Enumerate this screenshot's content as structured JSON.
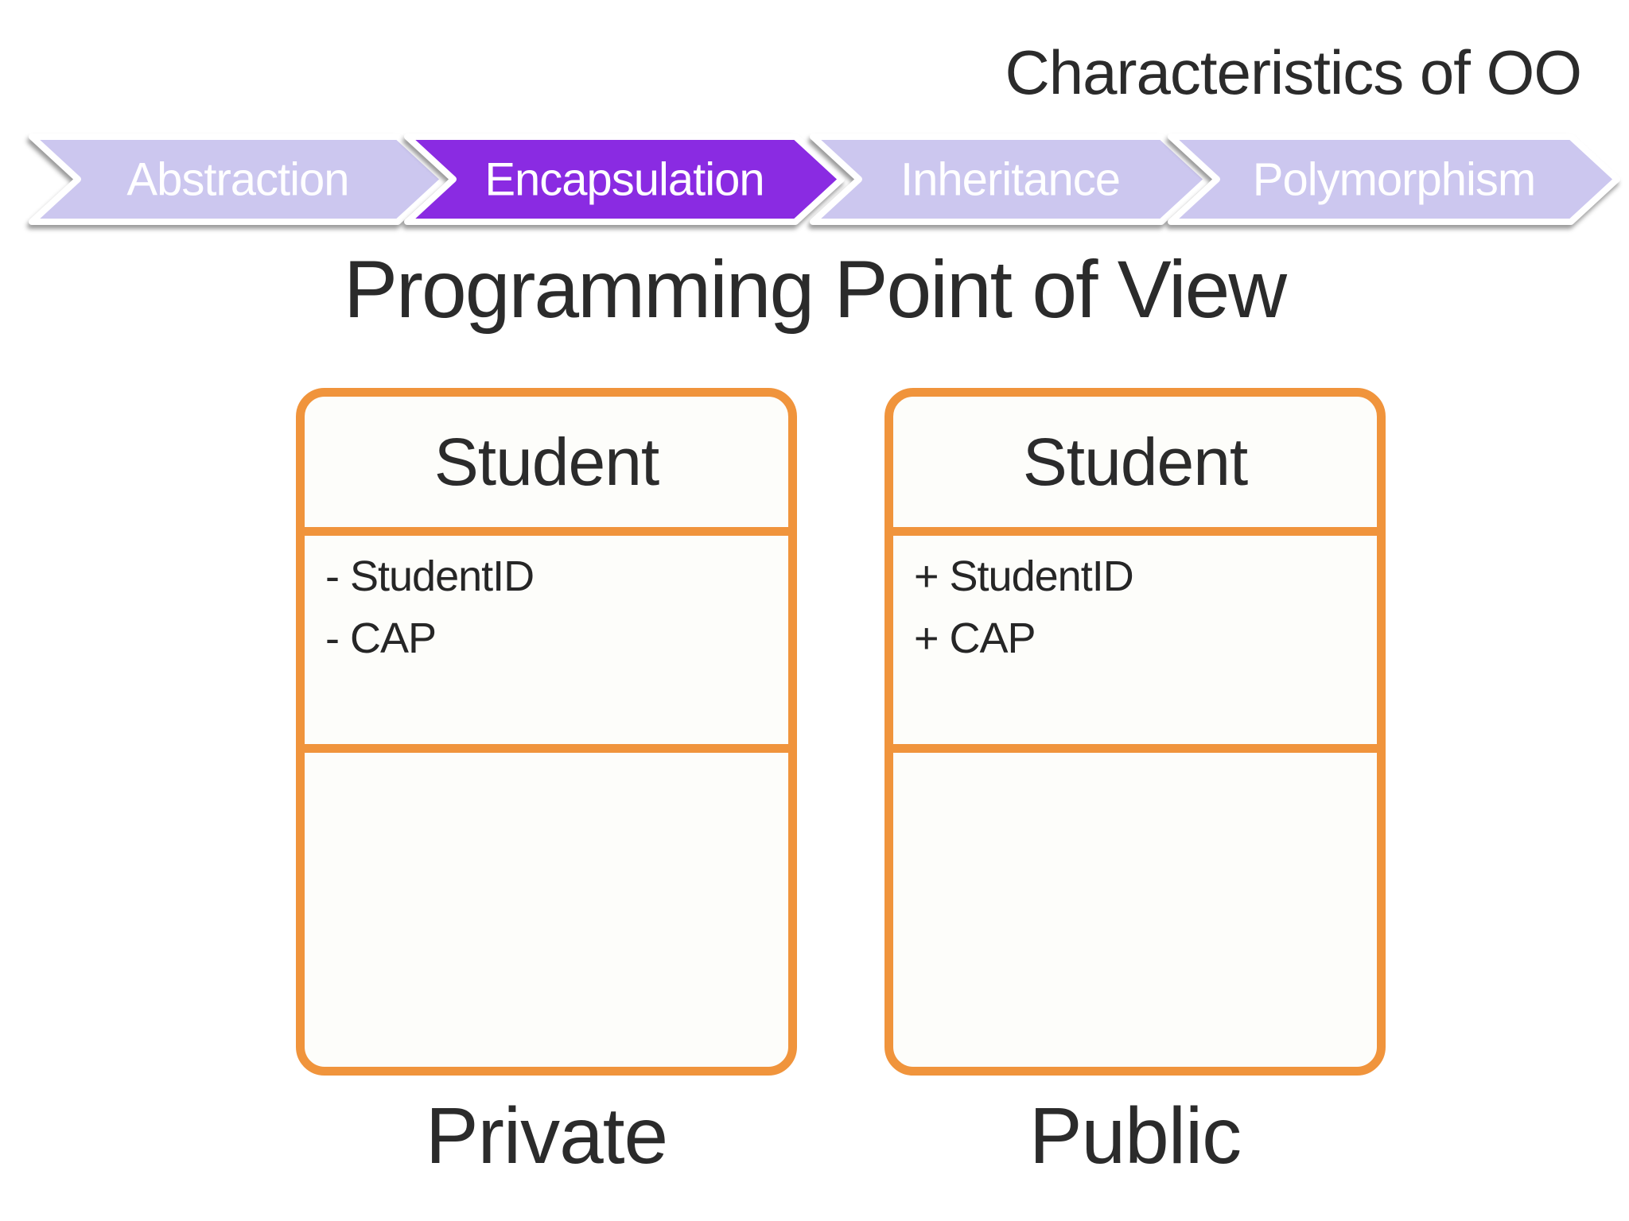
{
  "header": {
    "title": "Characteristics of OO"
  },
  "process": {
    "steps": [
      {
        "label": "Abstraction",
        "active": false
      },
      {
        "label": "Encapsulation",
        "active": true
      },
      {
        "label": "Inheritance",
        "active": false
      },
      {
        "label": "Polymorphism",
        "active": false
      }
    ],
    "colors": {
      "inactive": "#CCC7EF",
      "active": "#8A2BE2",
      "label": "#FFFFFF"
    }
  },
  "main": {
    "title": "Programming Point of View"
  },
  "diagram": {
    "classes": [
      {
        "name": "Student",
        "members": [
          "- StudentID",
          "- CAP"
        ],
        "caption": "Private"
      },
      {
        "name": "Student",
        "members": [
          "+ StudentID",
          "+ CAP"
        ],
        "caption": "Public"
      }
    ],
    "colors": {
      "border": "#F0943C",
      "text": "#2B2B2B"
    }
  }
}
